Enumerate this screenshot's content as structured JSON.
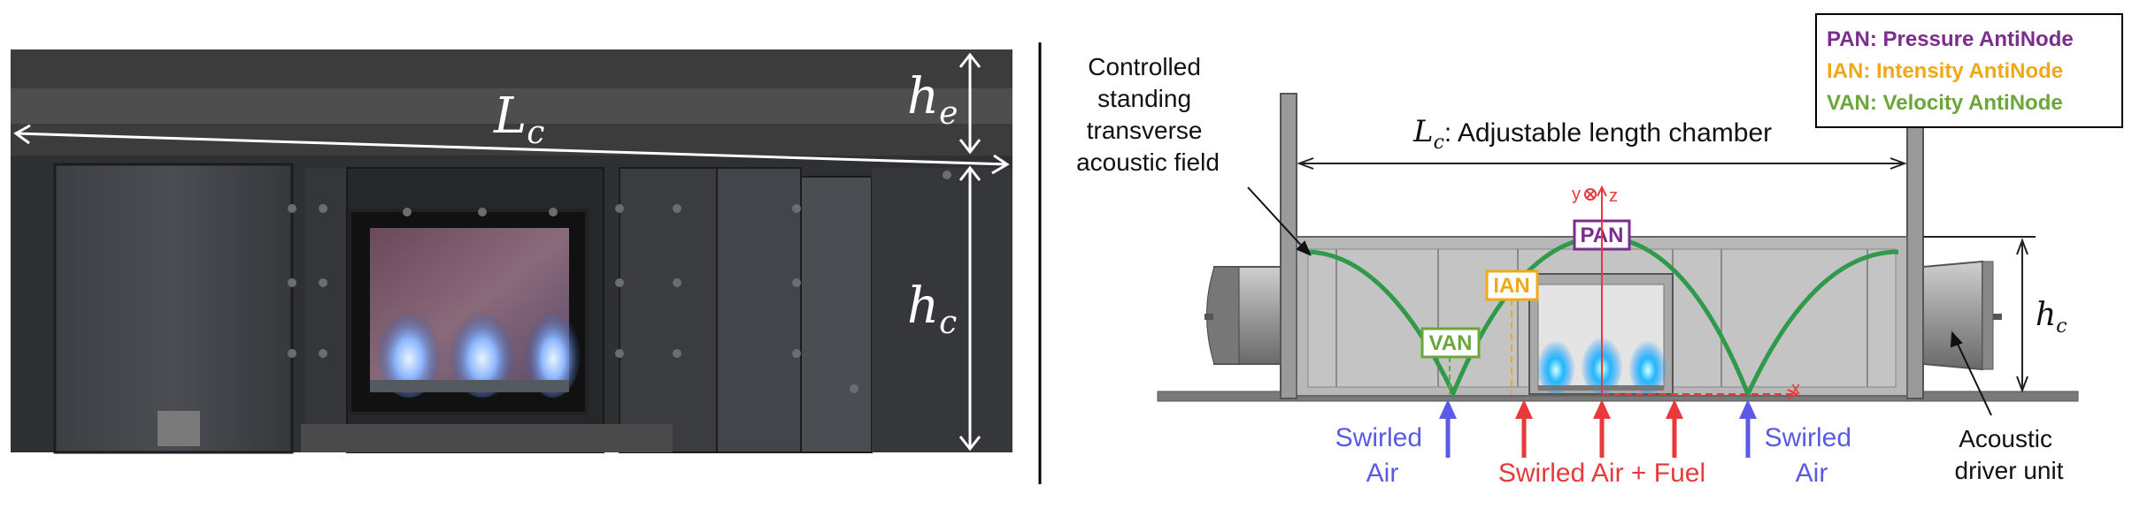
{
  "photo": {
    "length_label": "L",
    "length_sub": "c",
    "exhaust_label": "h",
    "exhaust_sub": "e",
    "chamber_label": "h",
    "chamber_sub": "c"
  },
  "legend": {
    "pan": "PAN: Pressure AntiNode",
    "ian": "IAN: Intensity AntiNode",
    "van": "VAN: Velocity AntiNode",
    "colors": {
      "pan": "#7b2d8e",
      "ian": "#f0a818",
      "van": "#6aa639"
    }
  },
  "schematic": {
    "field_label": [
      "Controlled",
      "standing",
      "transverse",
      "acoustic field"
    ],
    "length_symbol": "L",
    "length_sub": "c",
    "length_text": ": Adjustable length chamber",
    "height_symbol": "h",
    "height_sub": "c",
    "pan_tag": "PAN",
    "ian_tag": "IAN",
    "van_tag": "VAN",
    "axis_y": "y",
    "axis_z": "z",
    "axis_x": "x",
    "swirled_air_left": [
      "Swirled",
      "Air"
    ],
    "swirled_air_fuel": "Swirled Air + Fuel",
    "swirled_air_right": [
      "Swirled",
      "Air"
    ],
    "driver_label": [
      "Acoustic",
      "driver unit"
    ],
    "colors": {
      "air": "#5a5ae6",
      "fuel": "#e83a3a",
      "wave": "#2e9a4a"
    }
  }
}
